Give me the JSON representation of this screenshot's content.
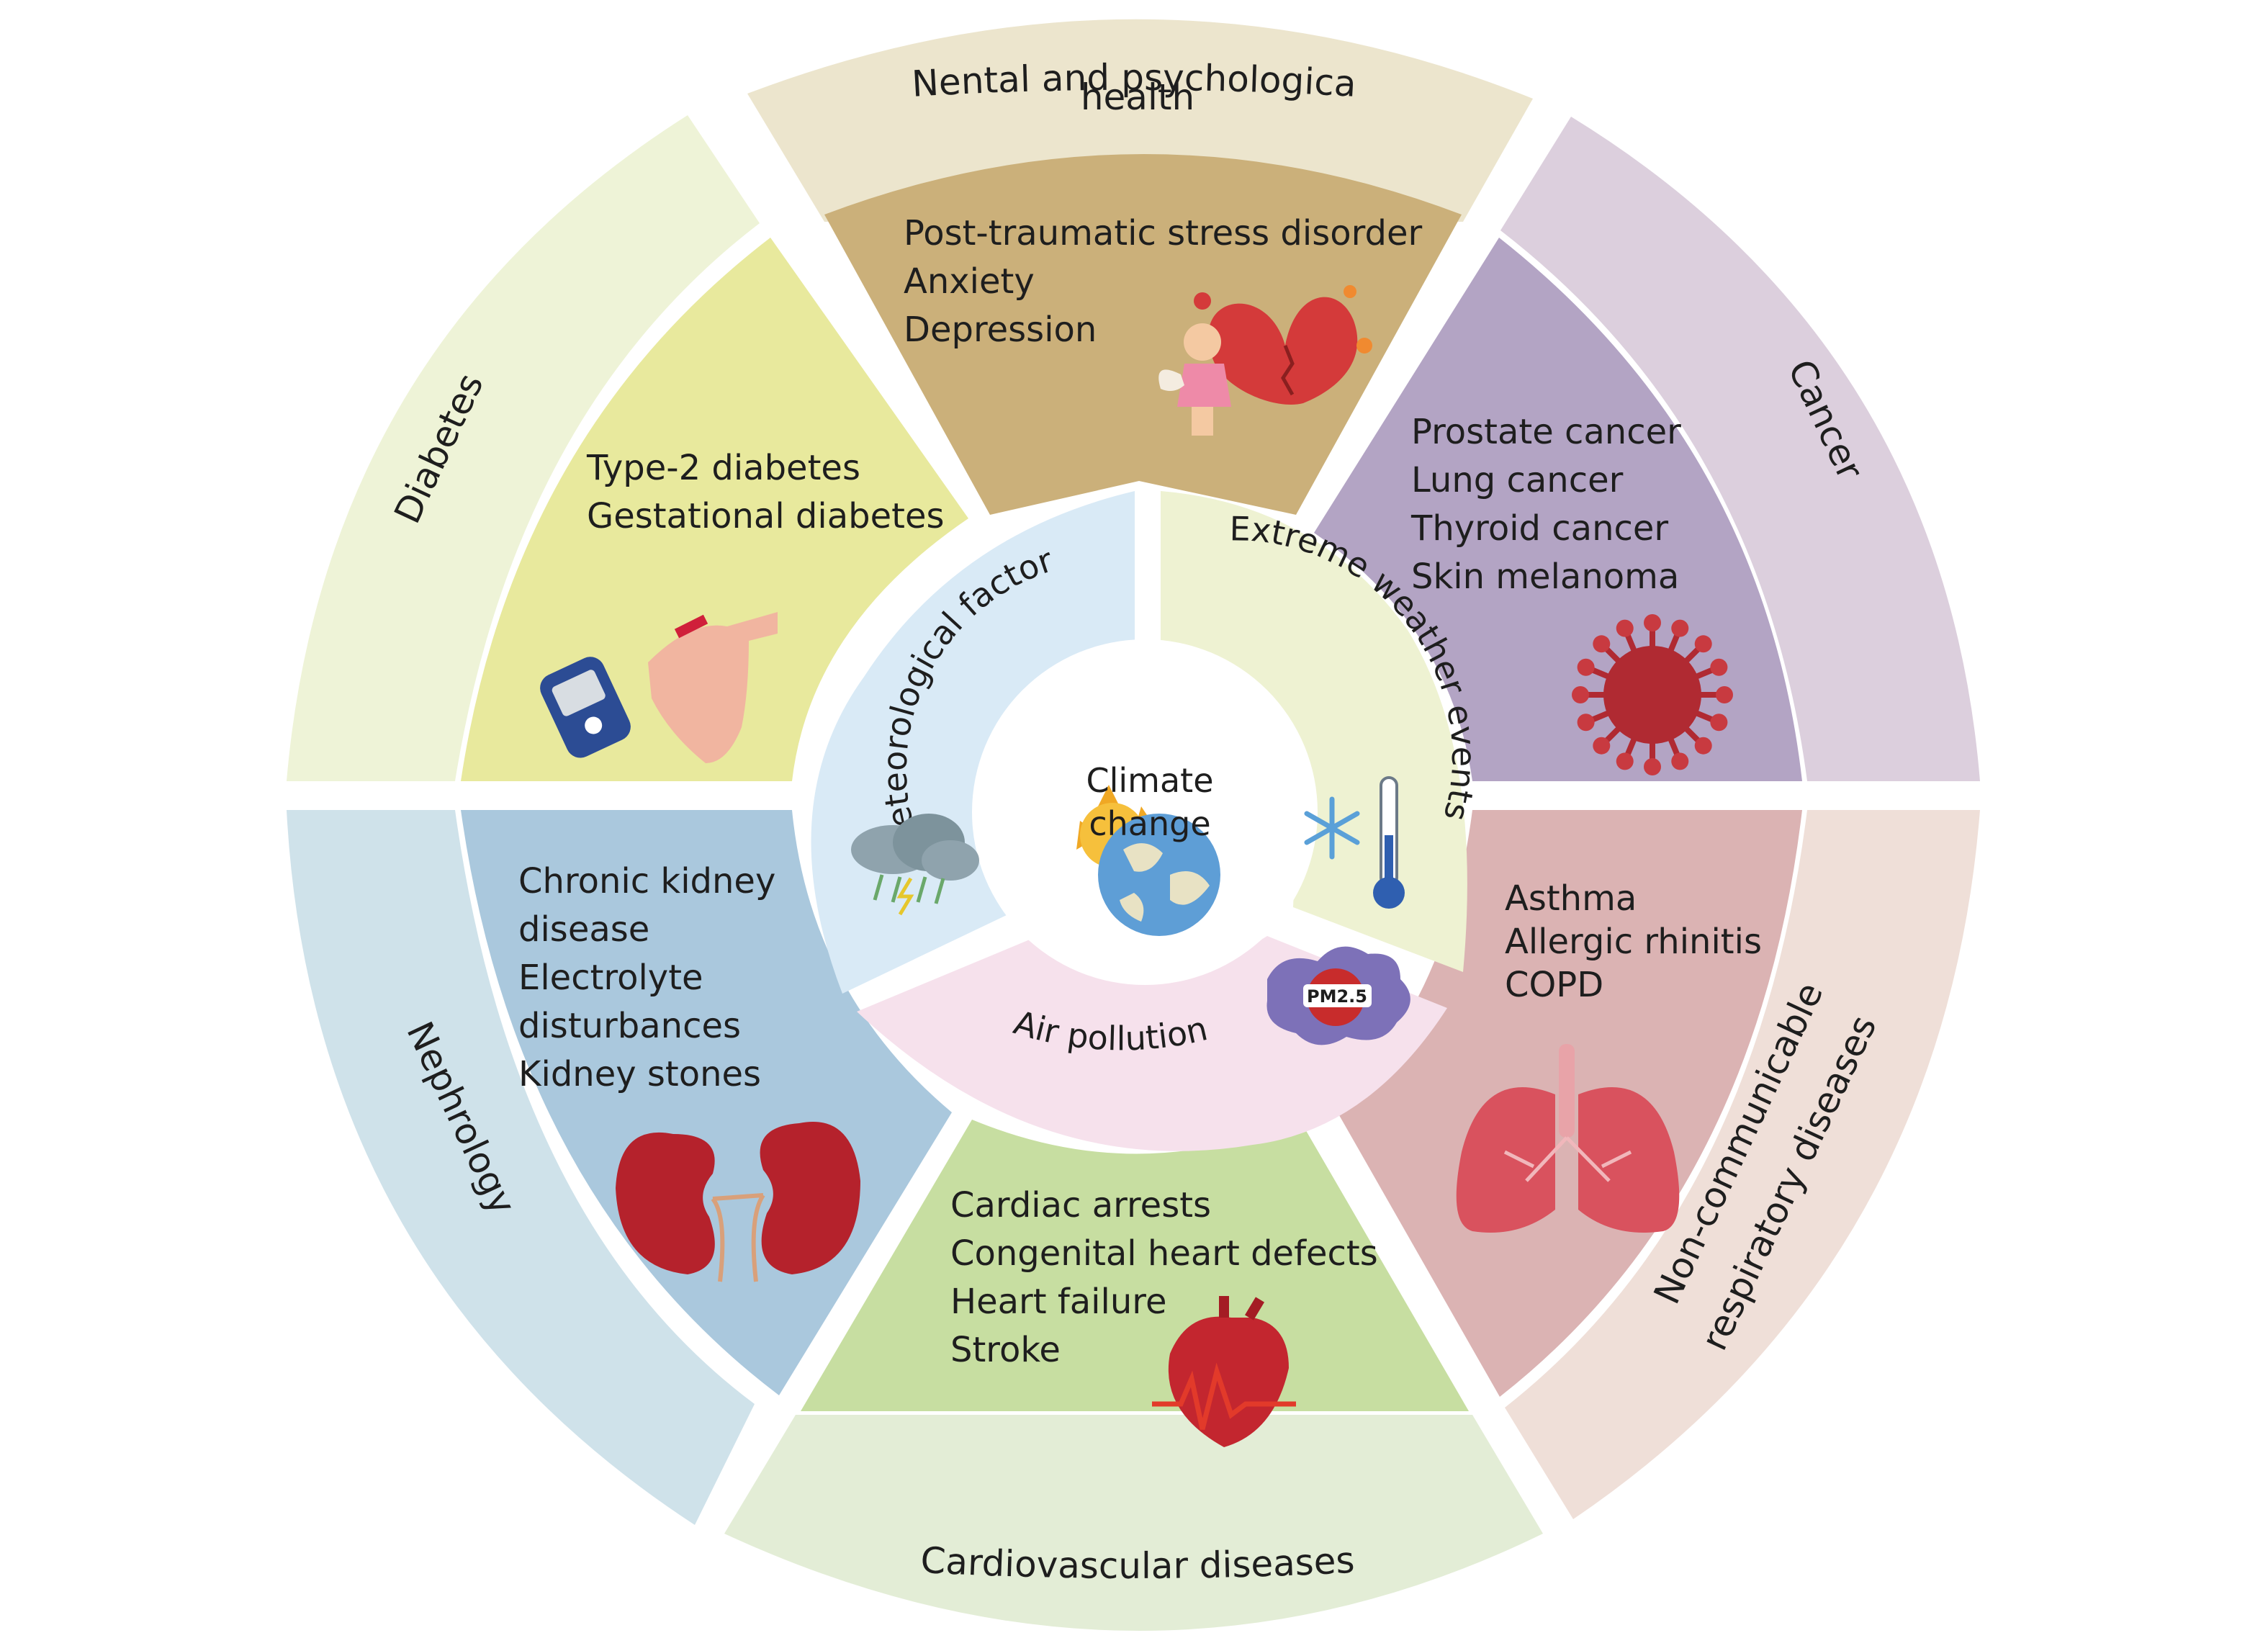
{
  "colors": {
    "mental_outer": "#ece5cd",
    "mental_mid": "#cbb07a",
    "cancer_outer": "#dccfdd",
    "cancer_mid": "#b3a4c4",
    "respiratory_outer": "#efdfd8",
    "respiratory_mid": "#dbb3b3",
    "cardio_outer": "#e3edd6",
    "cardio_mid": "#c7dea1",
    "nephro_outer": "#cfe2ea",
    "nephro_mid": "#aac8dd",
    "diabetes_outer": "#eef3d7",
    "diabetes_mid": "#e8e99d",
    "meteorological": "#d9eaf6",
    "extreme": "#eef2d2",
    "air": "#f6e1ec",
    "center": "#ffffff"
  },
  "outer": {
    "mental": [
      "Nental and psychologica",
      "health"
    ],
    "cancer": "Cancer",
    "respiratory": [
      "Non-communicable",
      "respiratory diseases"
    ],
    "cardio": "Cardiovascular diseases",
    "nephro": "Nephrology",
    "diabetes": "Diabetes"
  },
  "mid": {
    "mental": [
      "Post-traumatic stress disorder",
      "Anxiety",
      "Depression"
    ],
    "cancer": [
      "Prostate cancer",
      "Lung cancer",
      "Thyroid cancer",
      "Skin melanoma"
    ],
    "respiratory": [
      "Asthma",
      "Allergic rhinitis",
      "COPD"
    ],
    "cardio": [
      "Cardiac arrests",
      "Congenital heart defects",
      "Heart failure",
      "Stroke"
    ],
    "nephro": [
      "Chronic kidney",
      "disease",
      "Electrolyte",
      "disturbances",
      "Kidney stones"
    ],
    "diabetes": [
      "Type-2 diabetes",
      "Gestational diabetes"
    ]
  },
  "inner": {
    "meteorological": "Meteorological factors",
    "extreme": "Extreme weather events",
    "air": "Air pollution"
  },
  "center": [
    "Climate",
    "change"
  ],
  "icons": {
    "mental": "heart-with-girl-icon",
    "cancer": "virus-icon",
    "respiratory": "lungs-icon",
    "cardio": "heart-icon",
    "nephro": "kidneys-icon",
    "diabetes": "glucose-meter-icon",
    "meteorological": "storm-cloud-icon",
    "extreme": "thermometer-snowflake-icon",
    "air": "pm25-badge-icon",
    "center": "sun-globe-icon"
  },
  "pm_label": "PM2.5"
}
